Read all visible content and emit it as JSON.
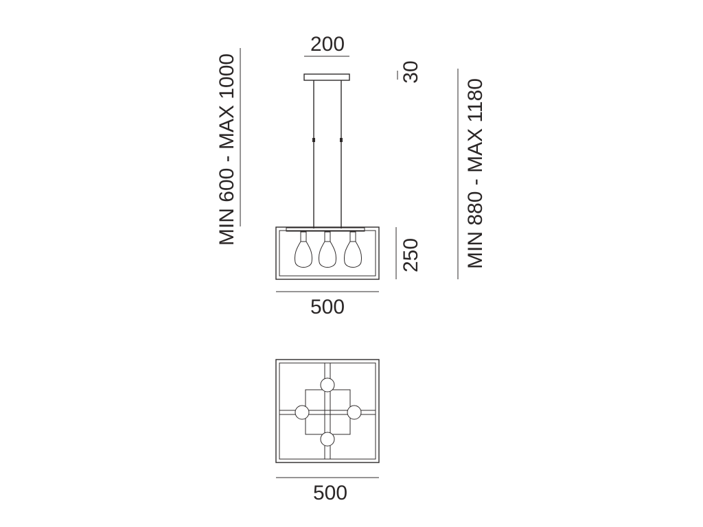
{
  "dimensions": {
    "canopy_width": "200",
    "canopy_height": "30",
    "cable_length": "MIN 600 - MAX 1000",
    "total_height": "MIN 880 - MAX 1180",
    "body_height": "250",
    "body_width": "500",
    "top_view_width": "500"
  },
  "colors": {
    "line": "#2e2a2a",
    "text": "#2a2626"
  }
}
